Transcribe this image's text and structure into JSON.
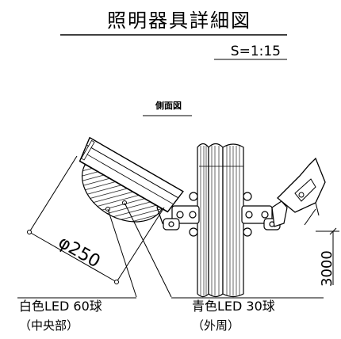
{
  "title": "照明器具詳細図",
  "scale": "S=1:15",
  "view_label": "側面図",
  "diameter_label": "φ250",
  "height_label": "3000",
  "callouts": {
    "white_led": {
      "label": "白色LED 60球",
      "sub": "（中央部）"
    },
    "blue_led": {
      "label": "青色LED 30球",
      "sub": "（外周）"
    }
  }
}
